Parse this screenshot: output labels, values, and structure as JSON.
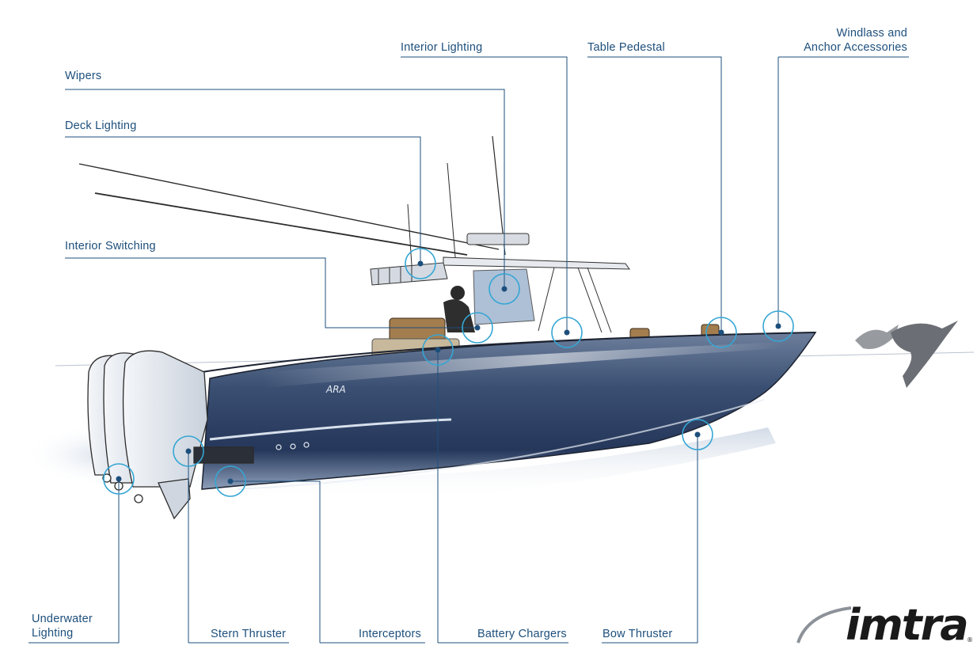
{
  "diagram": {
    "callouts": [
      {
        "id": "windlass",
        "label_line1": "Windlass and",
        "label_line2": "Anchor Accessories"
      },
      {
        "id": "table-pedestal",
        "label": "Table Pedestal"
      },
      {
        "id": "interior-lighting",
        "label": "Interior Lighting"
      },
      {
        "id": "wipers",
        "label": "Wipers"
      },
      {
        "id": "deck-lighting",
        "label": "Deck Lighting"
      },
      {
        "id": "interior-switching",
        "label": "Interior Switching"
      },
      {
        "id": "underwater-lighting",
        "label_line1": "Underwater",
        "label_line2": "Lighting"
      },
      {
        "id": "stern-thruster",
        "label": "Stern Thruster"
      },
      {
        "id": "interceptors",
        "label": "Interceptors"
      },
      {
        "id": "battery-chargers",
        "label": "Battery Chargers"
      },
      {
        "id": "bow-thruster",
        "label": "Bow Thruster"
      }
    ],
    "hull_text": "ARA",
    "brand": {
      "name": "imtra",
      "mark": "®"
    },
    "colors": {
      "callout": "#1d4f7c",
      "ring": "#35a6d4",
      "hull_dark": "#2a3d5c",
      "hull_light": "#b8c6d8"
    }
  }
}
